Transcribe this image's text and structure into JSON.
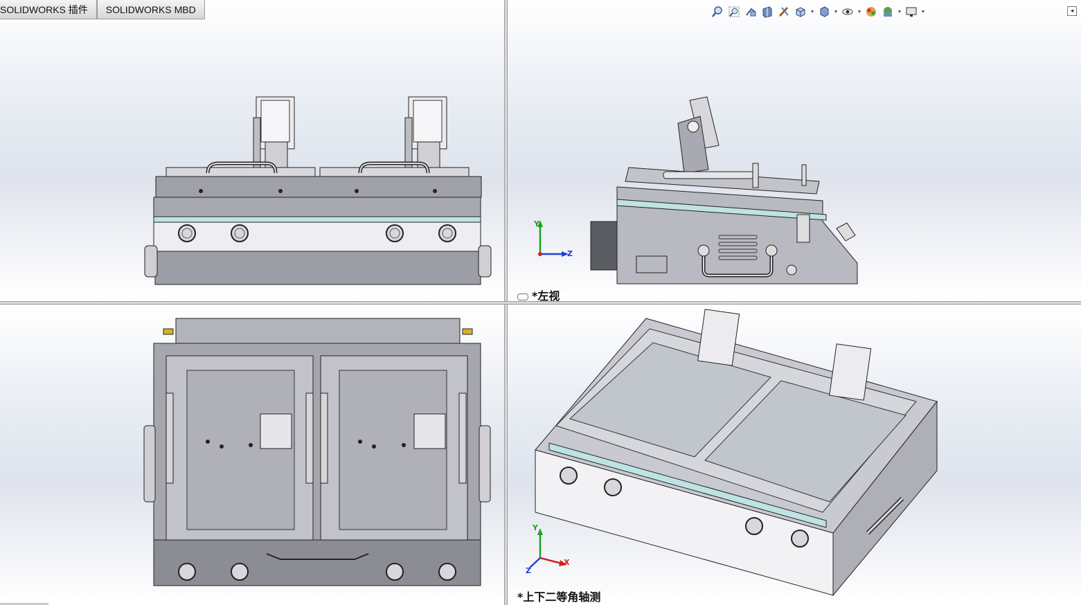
{
  "tabs": [
    {
      "label": "SOLIDWORKS 插件"
    },
    {
      "label": "SOLIDWORKS MBD"
    }
  ],
  "heads_up_toolbar": {
    "icons": [
      "zoom-to-fit-icon",
      "zoom-to-area-icon",
      "previous-view-icon",
      "section-view-icon",
      "dynamic-annotation-icon",
      "view-orientation-icon",
      "display-style-icon",
      "hide-show-items-icon",
      "edit-appearance-icon",
      "apply-scene-icon",
      "view-settings-icon"
    ]
  },
  "viewports": {
    "top_left": {
      "label": ""
    },
    "top_right": {
      "label": "*左视"
    },
    "bottom_left": {
      "label": ""
    },
    "bottom_right": {
      "label": "*上下二等角轴测"
    }
  },
  "triad": {
    "x": "X",
    "y": "Y",
    "z": "Z"
  },
  "colors": {
    "bg_top": "#ffffff",
    "bg_mid": "#dfe3ec",
    "edge": "#1a1a1a",
    "body": "#c9c9cf",
    "panel": "#e9e9ee",
    "teal": "#bfe3e3",
    "x_axis": "#d42020",
    "y_axis": "#20a020",
    "z_axis": "#2040d0"
  }
}
